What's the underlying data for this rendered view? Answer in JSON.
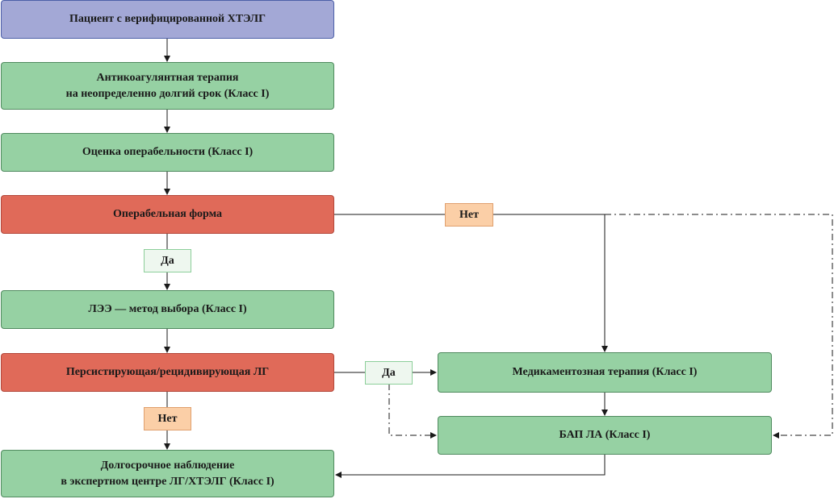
{
  "colors": {
    "start_fill": "#a3a8d6",
    "step_fill": "#96d1a3",
    "decision_fill": "#e06a59",
    "yes_label_fill": "#eef7ef",
    "no_label_fill": "#fbcfa7",
    "connector": "#1a1a1a"
  },
  "nodes": {
    "patient": "Пациент с верифицированной ХТЭЛГ",
    "anticoag": "Антикоагулянтная терапия\nна неопределенно долгий срок (Класс I)",
    "operability": "Оценка операбельности (Класс I)",
    "operable_form": "Операбельная форма",
    "lee": "ЛЭЭ — метод выбора (Класс I)",
    "persistent_ph": "Персистирующая/рецидивирующая ЛГ",
    "drug_therapy": "Медикаментозная терапия (Класс I)",
    "bpa": "БАП ЛА (Класс I)",
    "followup": "Долгосрочное наблюдение\nв экспертном центре ЛГ/ХТЭЛГ (Класс I)"
  },
  "edge_labels": {
    "operable_yes": "Да",
    "operable_no": "Нет",
    "persistent_yes": "Да",
    "persistent_no": "Нет"
  }
}
